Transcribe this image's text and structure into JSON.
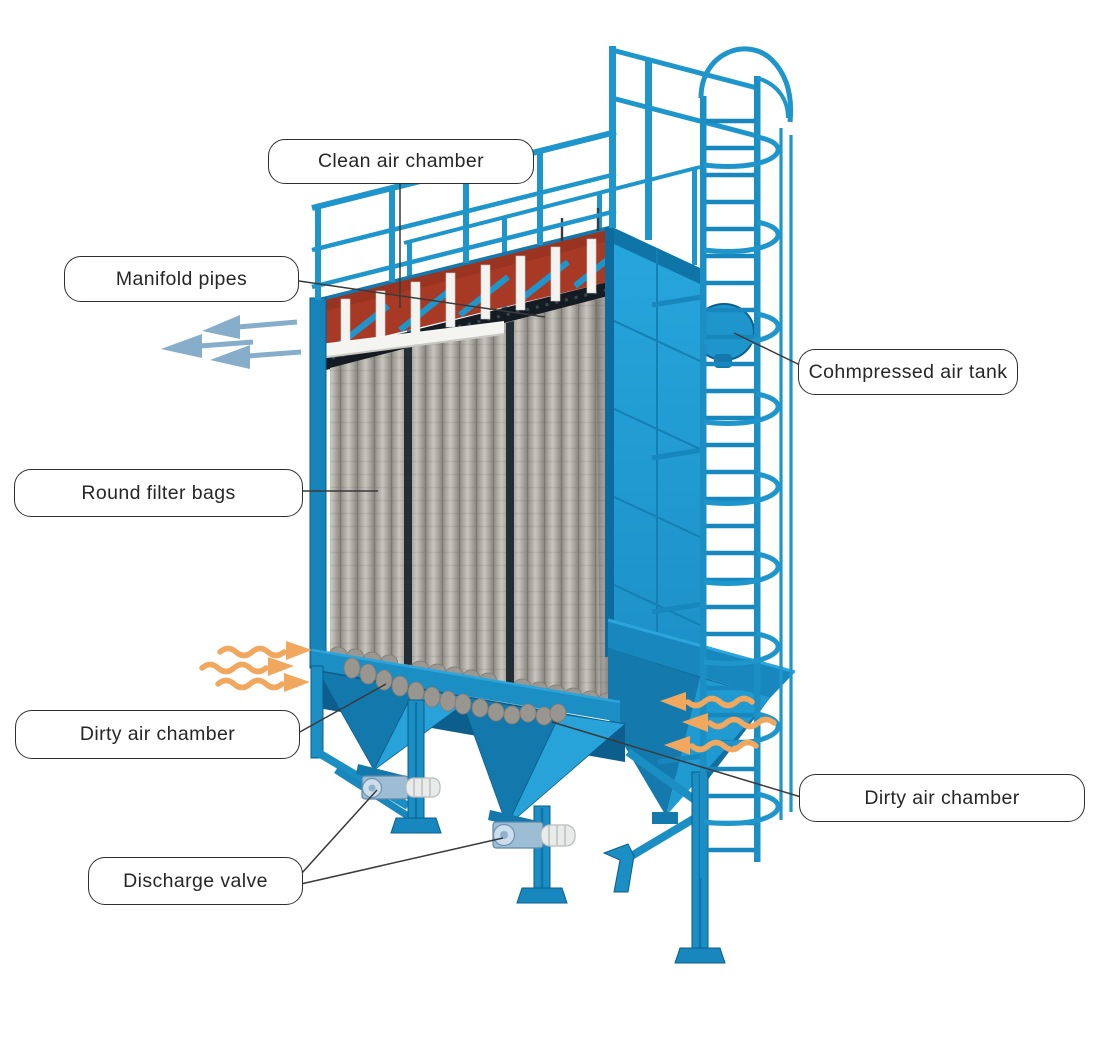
{
  "diagram": {
    "type": "baghouse-dust-collector-annotated-diagram",
    "labels": {
      "clean_air_chamber": "Clean air chamber",
      "manifold_pipes": "Manifold pipes",
      "compressed_air_tank": "Cohmpressed air tank",
      "round_filter_bags": "Round filter bags",
      "dirty_air_chamber_left": "Dirty air chamber",
      "dirty_air_chamber_right": "Dirty air chamber",
      "discharge_valve": "Discharge valve"
    },
    "flow_icons": {
      "clean_air_arrows": "three straight arrows pointing left (clean air outlet)",
      "dirty_air_arrows_left": "three wavy arrows pointing right (dirty air inlet, left)",
      "dirty_air_arrows_right": "three wavy arrows pointing left (dirty air inlet, right)"
    },
    "colors": {
      "machine_blue": "#1E96CC",
      "machine_blue_light": "#2AA6DC",
      "machine_blue_dark": "#1478AC",
      "machine_blue_edge": "#0B5E8C",
      "plenum_red": "#A83A25",
      "filter_bag_gray": "#ABA7A1",
      "clean_air_arrow_blue": "#86AECB",
      "dirty_air_arrow_orange": "#F2A75F",
      "callout_border": "#2F2F2F",
      "background": "#FFFFFF"
    }
  }
}
